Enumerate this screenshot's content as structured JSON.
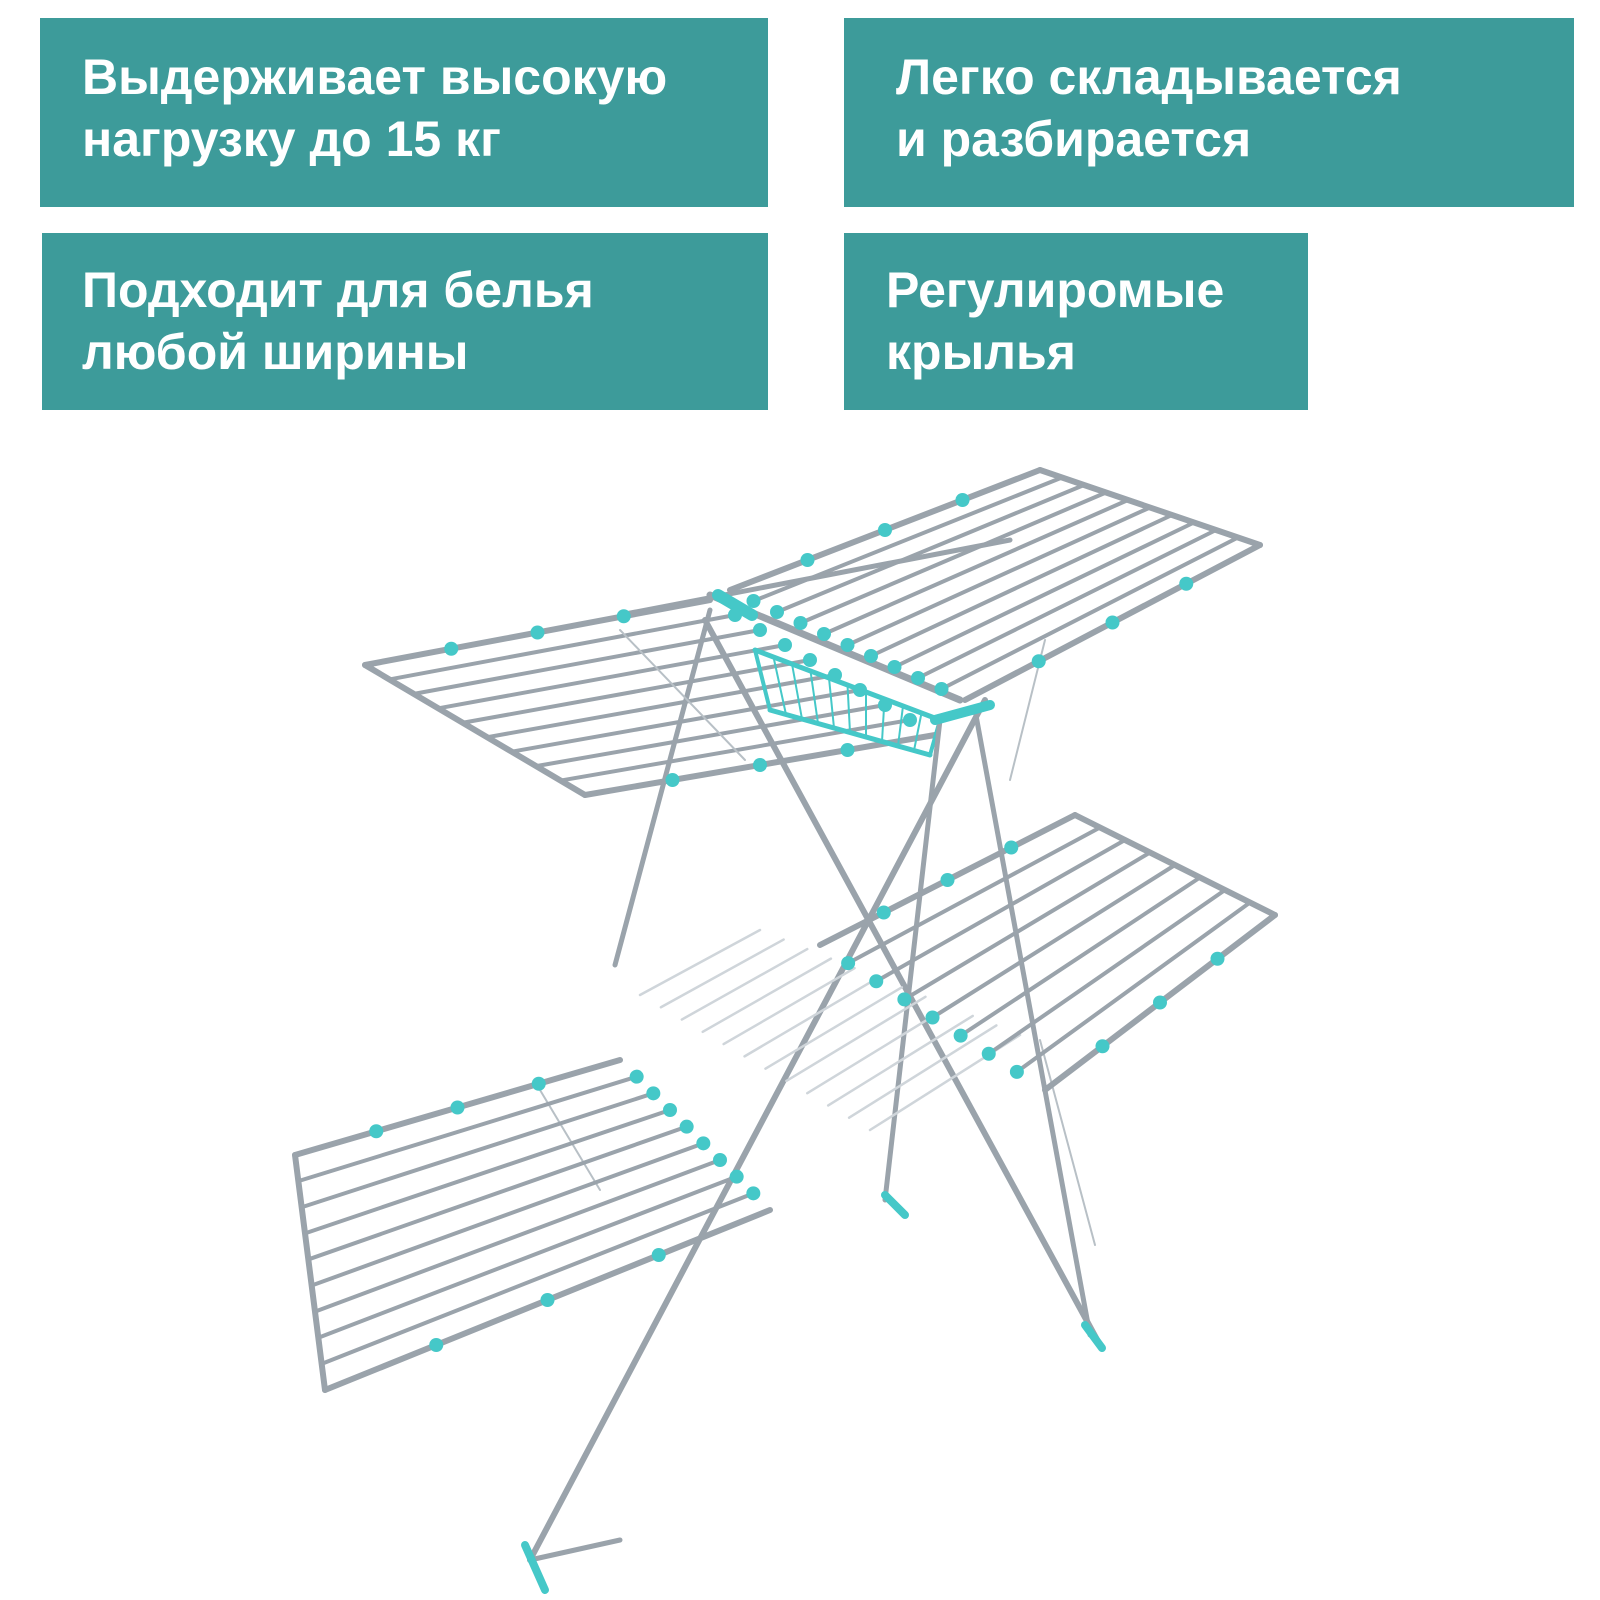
{
  "features": [
    {
      "line1": "Выдерживает высокую",
      "line2": "нагрузку до 15 кг"
    },
    {
      "line1": "Легко складывается",
      "line2": "и разбирается"
    },
    {
      "line1": "Подходит для белья",
      "line2": "любой ширины"
    },
    {
      "line1": "Регулиромые",
      "line2": "крылья"
    }
  ],
  "colors": {
    "panel": "#3d9b9a",
    "panel_text": "#ffffff",
    "frame": "#9aa3ab",
    "clip_accent": "#45c8c8",
    "background": "#ffffff"
  },
  "product": {
    "icon": "clothes-drying-rack-icon"
  }
}
